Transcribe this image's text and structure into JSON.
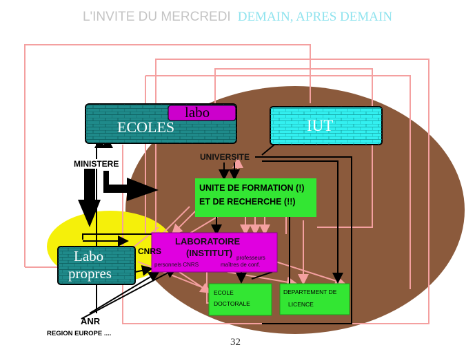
{
  "header": {
    "title": "L'INVITE DU MERCREDI",
    "subtitle": "DEMAIN, APRES DEMAIN"
  },
  "nodes": {
    "ecoles": "ECOLES",
    "labo_tag": "labo",
    "iut": "IUT",
    "universite": "UNIVERSITE",
    "ministere": "MINISTERE",
    "ufr_line1": "UNITE DE FORMATION (!)",
    "ufr_line2": "ET DE RECHERCHE (!!)",
    "labo_institut_line1": "LABORATOIRE",
    "labo_institut_line2": "(INSTITUT)",
    "cnrs": "CNRS",
    "personnels_cnrs": "personnels CNRS",
    "professeurs": "professeurs",
    "maitres_de_conf": "maîtres de conf.",
    "labo_propres_line1": "Labo",
    "labo_propres_line2": "propres",
    "ecole_doctorale_line1": "ECOLE",
    "ecole_doctorale_line2": "DOCTORALE",
    "departement_line1": "DEPARTEMENT DE",
    "departement_line2": "LICENCE",
    "anr": "ANR",
    "region_europe": "REGION EUROPE ...."
  },
  "page_number": "32",
  "colors": {
    "university_ellipse": "#8b5a3c",
    "yellow_zone": "#f5f00a",
    "teal_box": "#1f8a8a",
    "cyan_box": "#33f0f0",
    "magenta_box": "#e000e0",
    "green_box": "#33e633",
    "pink_link": "#f4a0a0",
    "black_link": "#000000"
  }
}
